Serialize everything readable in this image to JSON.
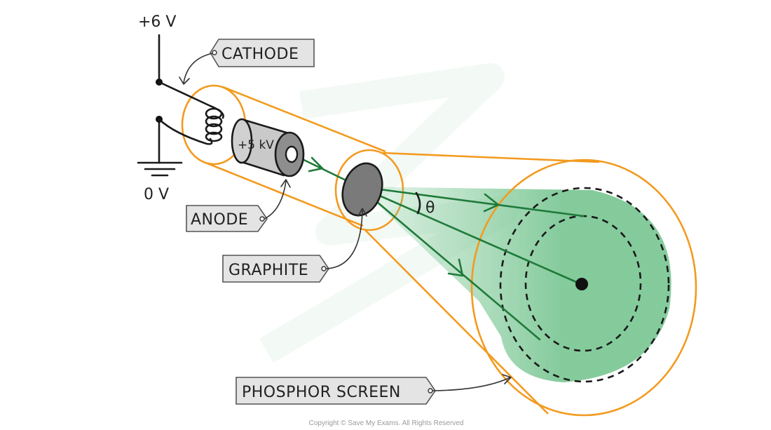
{
  "labels": {
    "supply_voltage": "+6 V",
    "ground_voltage": "0 V",
    "anode_voltage": "+5 kV",
    "cathode": "CATHODE",
    "anode": "ANODE",
    "graphite": "GRAPHITE",
    "screen": "PHOSPHOR SCREEN",
    "angle": "θ"
  },
  "footer": {
    "copyright": "Copyright © Save My Exams. All Rights Reserved"
  },
  "colors": {
    "tube_outline": "#f39a1e",
    "electron_beam": "#1f7a3a",
    "diffraction_cone": "#7cc894",
    "graphite": "#7a7a7a",
    "anode_body": "#c9c9c9",
    "label_tag": "#e4e4e4"
  },
  "icons": {
    "ground": "ground-symbol-icon",
    "cathode_coil": "filament-coil-icon"
  }
}
